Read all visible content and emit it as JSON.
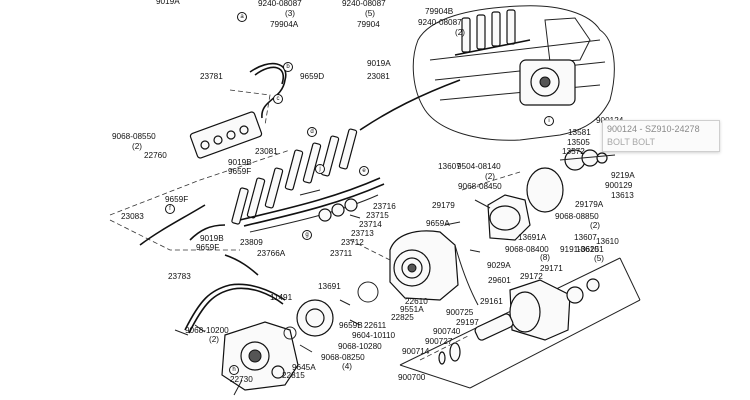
{
  "labels": [
    "9019A",
    "9240-08087",
    "(3)",
    "79904A",
    "9240-08087",
    "(5)",
    "79904",
    "79904B",
    "9240-08087",
    "(2)",
    "9019A",
    "23081",
    "9659D",
    "23781",
    "9068-08550",
    "(2)",
    "22760",
    "23081",
    "9019B",
    "9659F",
    "9659F",
    "23083",
    "9019B",
    "9659F",
    "23766A",
    "23809",
    "23711",
    "23712",
    "23713",
    "23714",
    "23715",
    "23716",
    "900124",
    "13581",
    "13505",
    "13572",
    "13607",
    "9504-08140",
    "(2)",
    "9068-08450",
    "9219A",
    "900129",
    "13613",
    "29179",
    "9659A",
    "29179A",
    "9068-08850",
    "(2)",
    "13691A",
    "13607",
    "13610",
    "9068-08400",
    "(8)",
    "9029A",
    "13610",
    "9191-06251",
    "(5)",
    "29601",
    "29171",
    "29172",
    "23783",
    "11491",
    "13691",
    "22610",
    "9551A",
    "22825",
    "29161",
    "900725",
    "29197",
    "900740",
    "900727",
    "900714",
    "900700",
    "9068-10200",
    "(2)",
    "9659B",
    "22611",
    "9604-10110",
    "9068-10280",
    "9068-08250",
    "(4)",
    "9645A",
    "22730",
    "22815"
  ],
  "bubbles": [
    "a",
    "b",
    "c",
    "d",
    "e",
    "f",
    "g",
    "h",
    "i",
    "j"
  ],
  "tooltip": {
    "title": "900124 - SZ910-24278",
    "subtitle": "BOLT BOLT"
  }
}
